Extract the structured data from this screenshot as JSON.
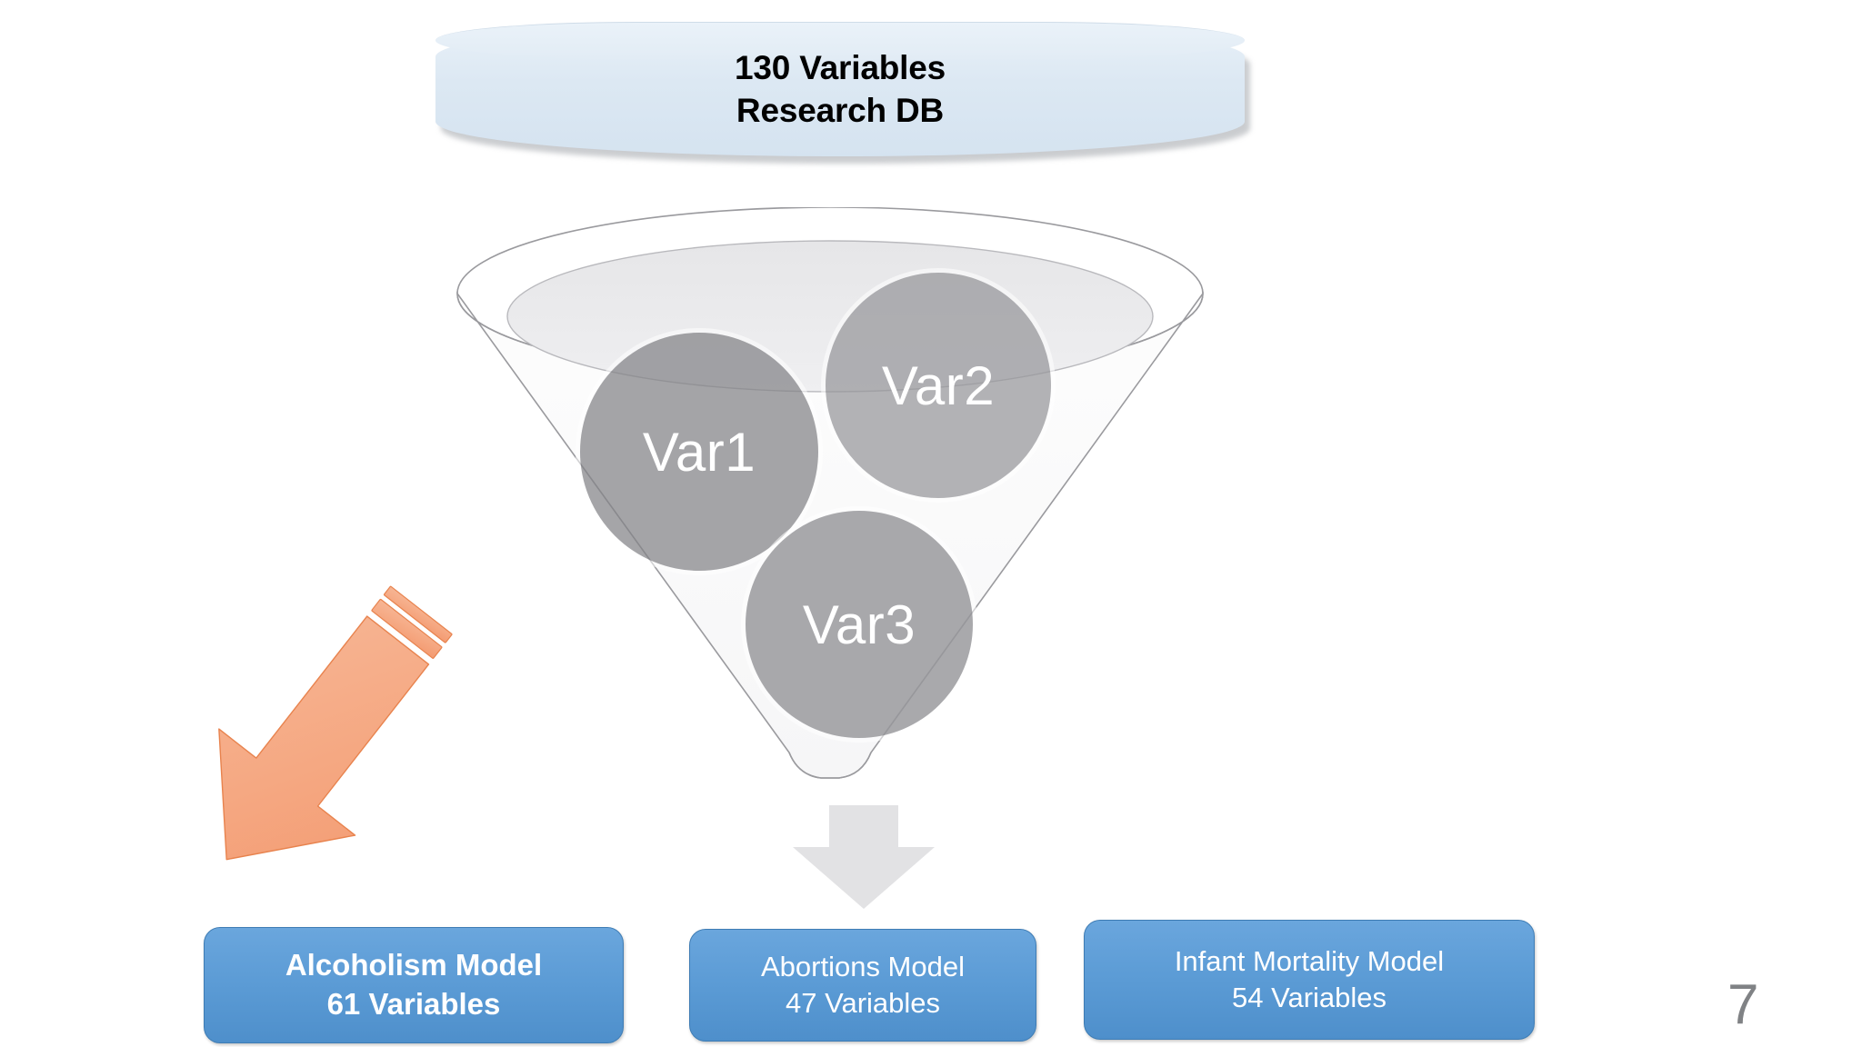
{
  "slide": {
    "page_number": "7",
    "background_color": "#ffffff"
  },
  "database": {
    "name": "research-database-cylinder",
    "line1": "130 Variables",
    "line2": "Research DB",
    "fill_color": "#dce8f3",
    "text_color": "#000000"
  },
  "funnel": {
    "name": "variable-selection-funnel",
    "outline_color": "#9a9a9e",
    "fill_color": "#fafafa",
    "rim_fill_color": "#ececee"
  },
  "variables": [
    {
      "label": "Var1",
      "color": "#828286"
    },
    {
      "label": "Var2",
      "color": "#969698"
    },
    {
      "label": "Var3",
      "color": "#969698"
    }
  ],
  "arrows": {
    "funnel_output": {
      "name": "gray-down-arrow",
      "color": "#e2e2e4",
      "direction": "down"
    },
    "highlight": {
      "name": "orange-striped-arrow",
      "color": "#f5a882",
      "stroke_color": "#e8834e",
      "direction": "down-right"
    }
  },
  "models": [
    {
      "id": "alcoholism",
      "line1": "Alcoholism Model",
      "line2": "61 Variables",
      "emphasis": "bold",
      "fill_color": "#5b9bd5",
      "text_color": "#ffffff"
    },
    {
      "id": "abortions",
      "line1": "Abortions Model",
      "line2": "47 Variables",
      "emphasis": "normal",
      "fill_color": "#5b9bd5",
      "text_color": "#ffffff"
    },
    {
      "id": "infant-mortality",
      "line1": "Infant Mortality Model",
      "line2": "54 Variables",
      "emphasis": "normal",
      "fill_color": "#5b9bd5",
      "text_color": "#ffffff"
    }
  ]
}
